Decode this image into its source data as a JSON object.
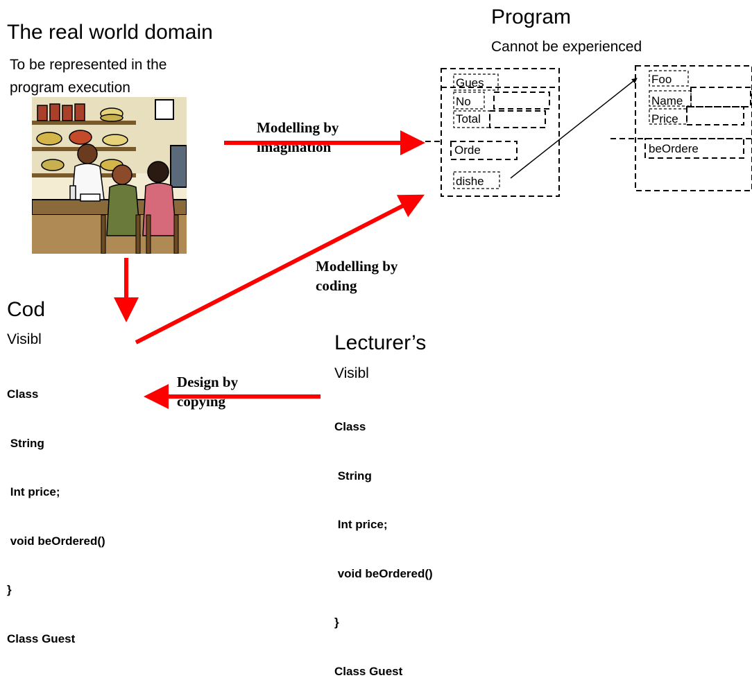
{
  "real_world": {
    "title": "The real world domain",
    "subtitle_line1": "To be represented in the",
    "subtitle_line2": "program execution"
  },
  "program": {
    "title": "Program",
    "subtitle": "Cannot be experienced",
    "guest_object": {
      "header": "Gues",
      "fields": [
        "No",
        "Total"
      ],
      "methods": [
        "Orde",
        "dishe"
      ]
    },
    "food_object": {
      "header": "Foo",
      "fields": [
        "Name",
        "Price"
      ],
      "methods": [
        "beOrdere"
      ]
    }
  },
  "code_panel": {
    "title": "Cod",
    "subtitle": "Visibl",
    "lines": [
      "Class",
      " String",
      " Int price;",
      " void beOrdered()",
      "}",
      "Class Guest"
    ]
  },
  "lecturer_panel": {
    "title": "Lecturer’s",
    "subtitle": "Visibl",
    "lines": [
      "Class",
      " String",
      " Int price;",
      " void beOrdered()",
      "}",
      "Class Guest"
    ]
  },
  "arrows": {
    "imagination_line1": "Modelling by",
    "imagination_line2": "imagination",
    "coding_line1": "Modelling by",
    "coding_line2": "coding",
    "design_line1": "Design by",
    "design_line2": "copying"
  },
  "colors": {
    "arrow": "#ff0000",
    "text": "#000000"
  }
}
